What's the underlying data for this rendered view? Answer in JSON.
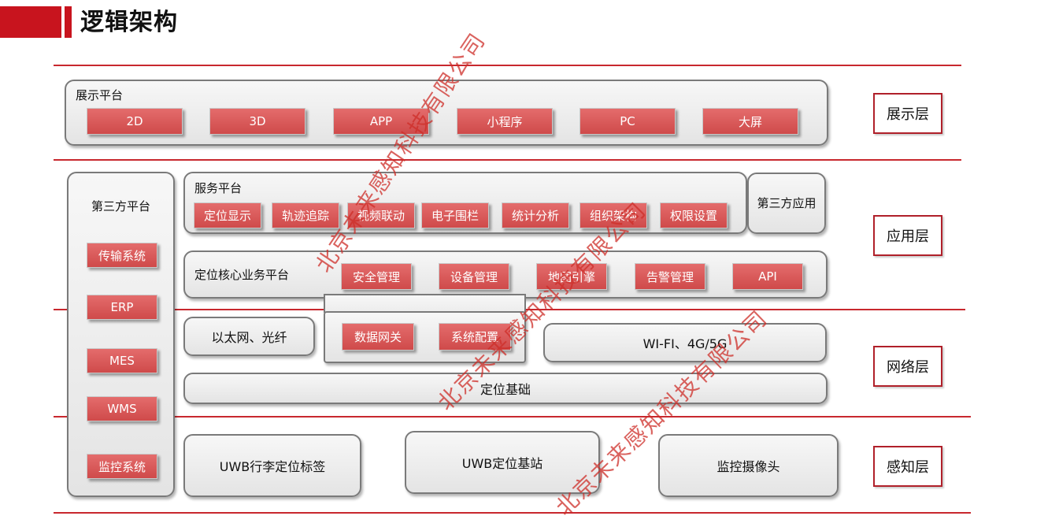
{
  "title": "逻辑架构",
  "presentation": {
    "label": "展示平台",
    "items": [
      "2D",
      "3D",
      "APP",
      "小程序",
      "PC",
      "大屏"
    ]
  },
  "third_party_platform": {
    "label": "第三方平台",
    "items": [
      "传输系统",
      "ERP",
      "MES",
      "WMS",
      "监控系统"
    ]
  },
  "service_platform": {
    "label": "服务平台",
    "items": [
      "定位显示",
      "轨迹追踪",
      "视频联动",
      "电子围栏",
      "统计分析",
      "组织架构",
      "权限设置"
    ]
  },
  "third_party_app": "第三方应用",
  "core_platform": {
    "label": "定位核心业务平台",
    "items": [
      "安全管理",
      "设备管理",
      "地图引擎",
      "告警管理",
      "API"
    ]
  },
  "network": {
    "ethernet": "以太网、光纤",
    "gateway_items": [
      "数据网关",
      "系统配置"
    ],
    "wireless": "WI-FI、4G/5G",
    "positioning_base": "定位基础"
  },
  "sensing": {
    "items": [
      "UWB行李定位标签",
      "UWB定位基站",
      "监控摄像头"
    ]
  },
  "layers": [
    "展示层",
    "应用层",
    "网络层",
    "感知层"
  ],
  "watermark": "北京未来感知科技有限公司"
}
